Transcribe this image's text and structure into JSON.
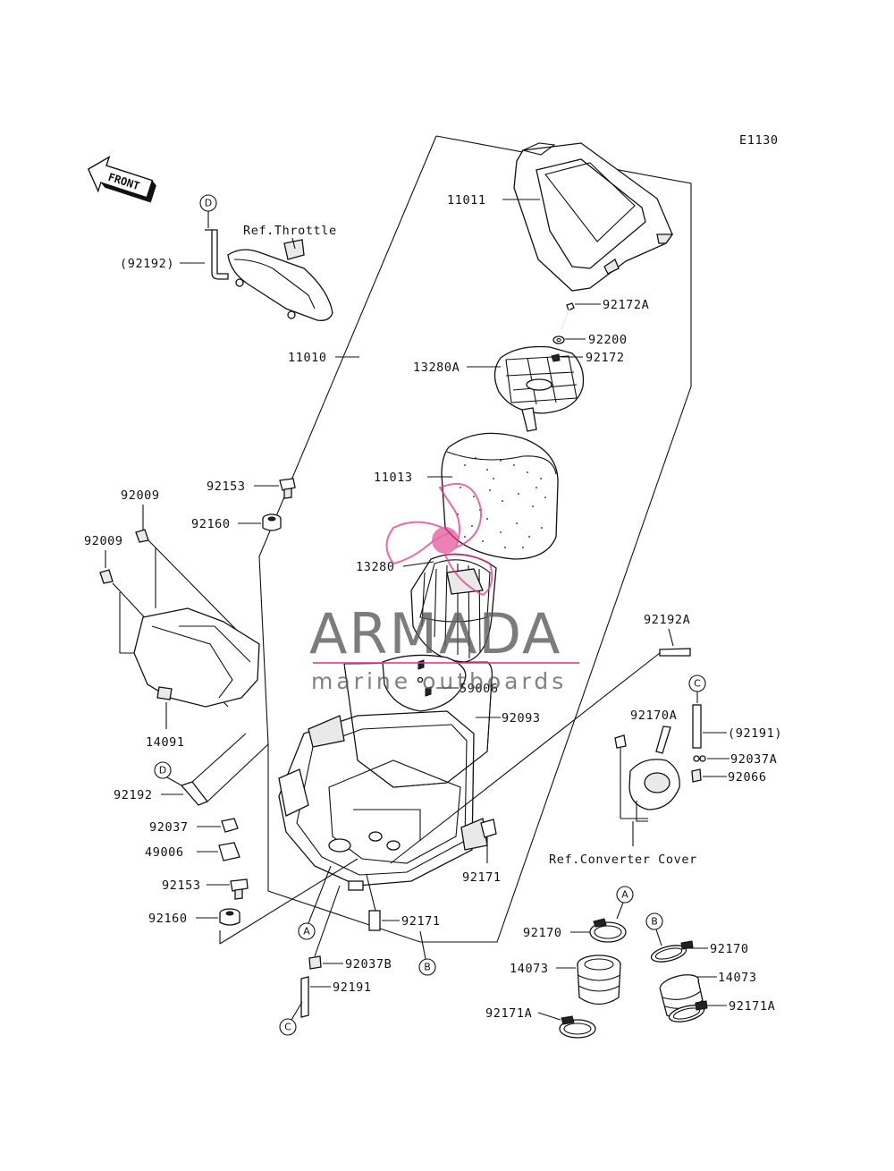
{
  "diagram_code": "E1130",
  "watermark": {
    "brand": "ARMADA",
    "tagline": "marine outboards",
    "accent_color": "#e23a8c"
  },
  "direction_arrow": "FRONT",
  "references": {
    "throttle": "Ref.Throttle",
    "converter_cover": "Ref.Converter Cover"
  },
  "callouts": {
    "A": "A",
    "B": "B",
    "C": "C",
    "D": "D"
  },
  "labels": {
    "p11011": "11011",
    "p92172A": "92172A",
    "p92200": "92200",
    "p13280A": "13280A",
    "p92172": "92172",
    "p11010": "11010",
    "p92192_ref": "(92192)",
    "p11013": "11013",
    "p92153_a": "92153",
    "p92009_a": "92009",
    "p92160_a": "92160",
    "p92009_b": "92009",
    "p13280": "13280",
    "p92192A": "92192A",
    "p59006": "59006",
    "p92093": "92093",
    "p14091": "14091",
    "p92170A": "92170A",
    "p92191_ref": "(92191)",
    "p92037A": "92037A",
    "p92066": "92066",
    "p92192": "92192",
    "p92037": "92037",
    "p49006": "49006",
    "p92171_a": "92171",
    "p92153_b": "92153",
    "p92160_b": "92160",
    "p92171_b": "92171",
    "p92170_a": "92170",
    "p92170_b": "92170",
    "p92037B": "92037B",
    "p14073_a": "14073",
    "p14073_b": "14073",
    "p92191": "92191",
    "p92171A_a": "92171A",
    "p92171A_b": "92171A"
  }
}
